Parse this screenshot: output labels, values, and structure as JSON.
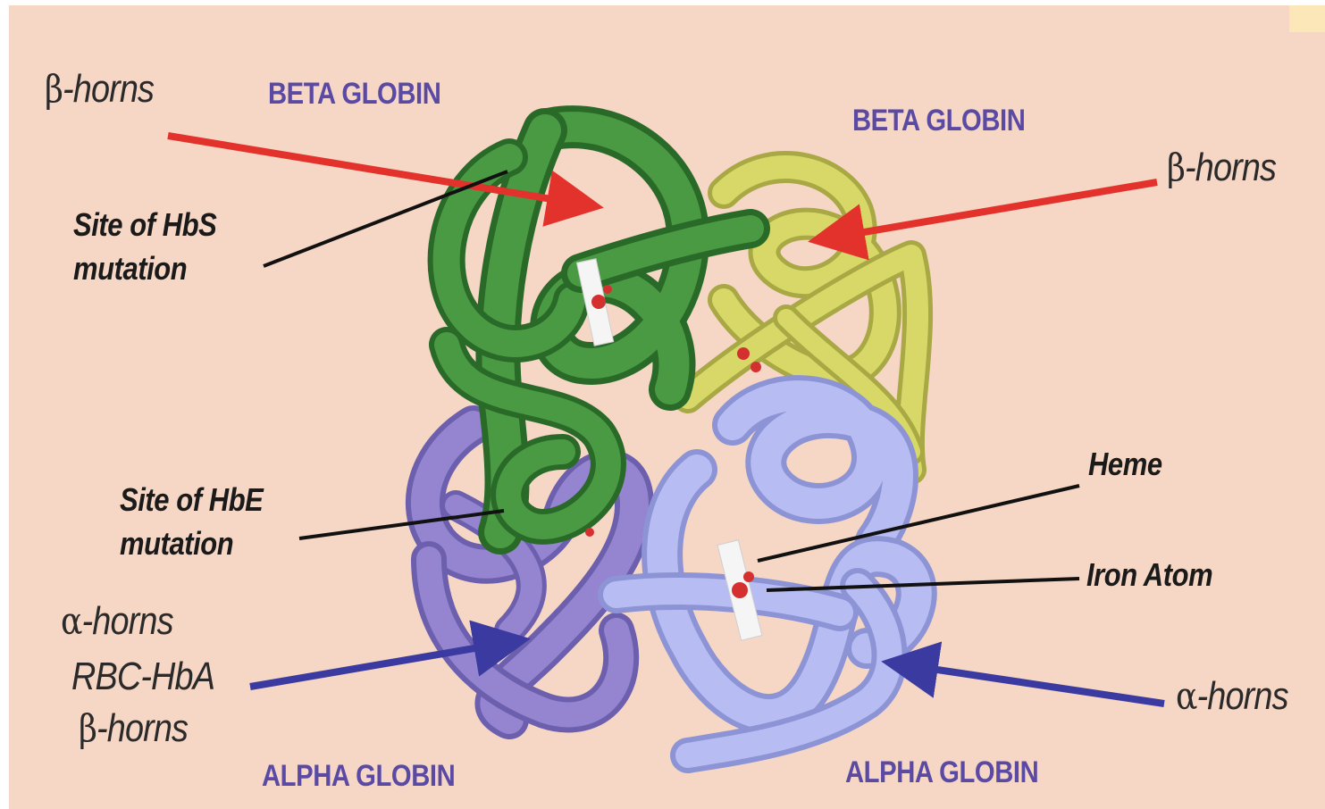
{
  "labels": {
    "beta_globin_left": "BETA GLOBIN",
    "beta_globin_right": "BETA GLOBIN",
    "alpha_globin_left": "ALPHA GLOBIN",
    "alpha_globin_right": "ALPHA GLOBIN",
    "beta_horns_left": {
      "symbol": "β",
      "text": "-horns"
    },
    "beta_horns_right": {
      "symbol": "β",
      "text": "-horns"
    },
    "site_hbs_line1": "Site of HbS",
    "site_hbs_line2": "mutation",
    "site_hbe_line1": "Site of HbE",
    "site_hbe_line2": "mutation",
    "heme": "Heme",
    "iron_atom": "Iron Atom",
    "alpha_horns_left": {
      "symbol": "α",
      "text": "-horns"
    },
    "rbc_hba": "RBC-HbA",
    "beta_horns_bottom": {
      "symbol": "β",
      "text": "-horns"
    },
    "alpha_horns_right": {
      "symbol": "α",
      "text": "-horns"
    }
  },
  "colors": {
    "background": "#f6d6c4",
    "beta_globin_green": "#3f8a3a",
    "beta_globin_yellow": "#d7d760",
    "alpha_globin_purple": "#8f7fc9",
    "alpha_globin_lightblue": "#b3baf0",
    "red_arrow": "#e3322b",
    "blue_arrow": "#3a3aa0",
    "leader_line": "#111111",
    "globin_label": "#5a4aa4"
  }
}
